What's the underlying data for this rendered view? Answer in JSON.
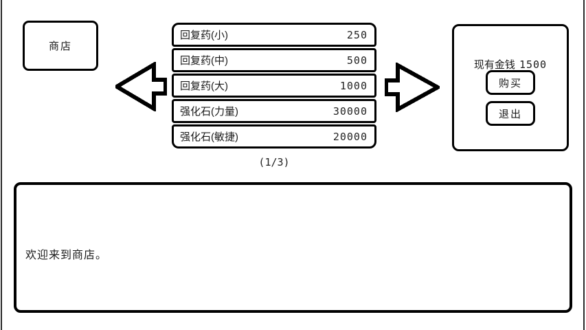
{
  "shop": {
    "title": "商店",
    "items": [
      {
        "name": "回复药(小)",
        "price": "250"
      },
      {
        "name": "回复药(中)",
        "price": "500"
      },
      {
        "name": "回复药(大)",
        "price": "1000"
      },
      {
        "name": "强化石(力量)",
        "price": "30000"
      },
      {
        "name": "强化石(敏捷)",
        "price": "20000"
      }
    ],
    "page_indicator": "(1/3)"
  },
  "wallet": {
    "money_label": "现有金钱",
    "money_value": "1500",
    "buy_button": "购买",
    "exit_button": "退出"
  },
  "message_window": {
    "text": "欢迎来到商店。"
  },
  "icons": {
    "left_arrow": "prev-page-arrow",
    "right_arrow": "next-page-arrow"
  },
  "colors": {
    "ink": "#1a1a1a",
    "border": "#000000",
    "background": "#ffffff"
  }
}
